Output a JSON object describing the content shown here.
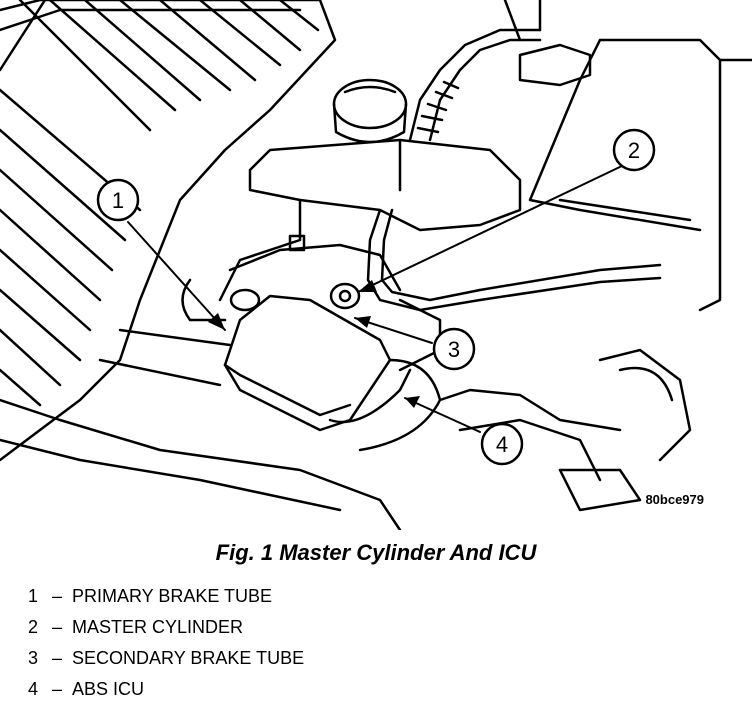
{
  "figure": {
    "caption": "Fig. 1 Master Cylinder And ICU",
    "image_code": "80bce979"
  },
  "callouts": [
    "1",
    "2",
    "3",
    "4"
  ],
  "legend": [
    {
      "num": "1",
      "sep": "–",
      "label": "PRIMARY BRAKE TUBE"
    },
    {
      "num": "2",
      "sep": "–",
      "label": "MASTER CYLINDER"
    },
    {
      "num": "3",
      "sep": "–",
      "label": "SECONDARY BRAKE TUBE"
    },
    {
      "num": "4",
      "sep": "–",
      "label": "ABS ICU"
    }
  ]
}
